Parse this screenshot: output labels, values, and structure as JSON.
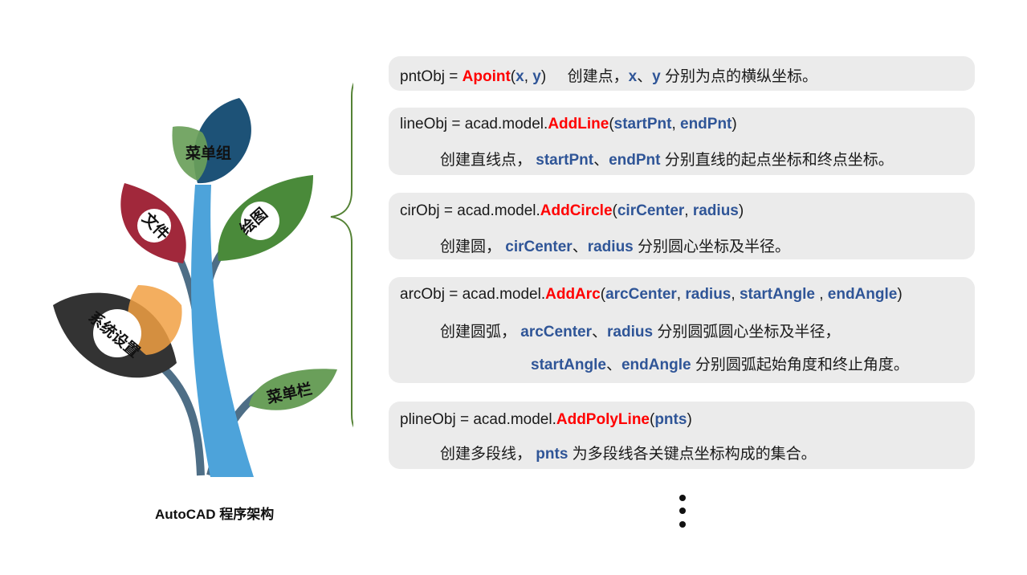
{
  "tree": {
    "leaves": [
      {
        "label": "菜单组"
      },
      {
        "label": "文件"
      },
      {
        "label": "绘图"
      },
      {
        "label": "系统设置"
      },
      {
        "label": "菜单栏"
      }
    ],
    "caption": "AutoCAD 程序架构",
    "colors": {
      "stem": "#4da3da",
      "branch": "#4e6e86",
      "green": "#4a8a3a",
      "light_green": "#6a9f5a",
      "navy": "#1d5277",
      "red": "#a1283b",
      "black": "#333333",
      "orange": "#f1a043",
      "brace": "#548235"
    }
  },
  "cards": [
    {
      "lines": [
        [
          {
            "t": "pntObj = ",
            "s": "n"
          },
          {
            "t": "Apoint",
            "s": "kw"
          },
          {
            "t": "(",
            "s": "n"
          },
          {
            "t": "x",
            "s": "pm"
          },
          {
            "t": ", ",
            "s": "n"
          },
          {
            "t": "y",
            "s": "pm"
          },
          {
            "t": ")     创建点，",
            "s": "n"
          },
          {
            "t": "x",
            "s": "pm"
          },
          {
            "t": "、",
            "s": "n"
          },
          {
            "t": "y",
            "s": "pm"
          },
          {
            "t": " 分别为点的横纵坐标。",
            "s": "n"
          }
        ]
      ]
    },
    {
      "lines": [
        [
          {
            "t": "lineObj = acad.model.",
            "s": "n"
          },
          {
            "t": "AddLine",
            "s": "kw"
          },
          {
            "t": "(",
            "s": "n"
          },
          {
            "t": "startPnt",
            "s": "pm"
          },
          {
            "t": ", ",
            "s": "n"
          },
          {
            "t": "endPnt",
            "s": "pm"
          },
          {
            "t": ")",
            "s": "n"
          }
        ],
        [
          {
            "t": "创建直线点， ",
            "s": "n"
          },
          {
            "t": "startPnt",
            "s": "pm"
          },
          {
            "t": "、",
            "s": "n"
          },
          {
            "t": "endPnt",
            "s": "pm"
          },
          {
            "t": " 分别直线的起点坐标和终点坐标。",
            "s": "n"
          }
        ]
      ]
    },
    {
      "lines": [
        [
          {
            "t": "cirObj = acad.model.",
            "s": "n"
          },
          {
            "t": "AddCircle",
            "s": "kw"
          },
          {
            "t": "(",
            "s": "n"
          },
          {
            "t": "cirCenter",
            "s": "pm"
          },
          {
            "t": ", ",
            "s": "n"
          },
          {
            "t": "radius",
            "s": "pm"
          },
          {
            "t": ")",
            "s": "n"
          }
        ],
        [
          {
            "t": "创建圆， ",
            "s": "n"
          },
          {
            "t": "cirCenter",
            "s": "pm"
          },
          {
            "t": "、",
            "s": "n"
          },
          {
            "t": "radius",
            "s": "pm"
          },
          {
            "t": " 分别圆心坐标及半径。",
            "s": "n"
          }
        ]
      ]
    },
    {
      "lines": [
        [
          {
            "t": "arcObj = acad.model.",
            "s": "n"
          },
          {
            "t": "AddArc",
            "s": "kw"
          },
          {
            "t": "(",
            "s": "n"
          },
          {
            "t": "arcCenter",
            "s": "pm"
          },
          {
            "t": ", ",
            "s": "n"
          },
          {
            "t": "radius",
            "s": "pm"
          },
          {
            "t": ", ",
            "s": "n"
          },
          {
            "t": "startAngle",
            "s": "pm"
          },
          {
            "t": " , ",
            "s": "n"
          },
          {
            "t": "endAngle",
            "s": "pm"
          },
          {
            "t": ")",
            "s": "n"
          }
        ],
        [
          {
            "t": "创建圆弧， ",
            "s": "n"
          },
          {
            "t": "arcCenter",
            "s": "pm"
          },
          {
            "t": "、",
            "s": "n"
          },
          {
            "t": "radius",
            "s": "pm"
          },
          {
            "t": " 分别圆弧圆心坐标及半径，",
            "s": "n"
          }
        ],
        [
          {
            "t": "startAngle",
            "s": "pm"
          },
          {
            "t": "、",
            "s": "n"
          },
          {
            "t": "endAngle",
            "s": "pm"
          },
          {
            "t": " 分别圆弧起始角度和终止角度。",
            "s": "n"
          }
        ]
      ]
    },
    {
      "lines": [
        [
          {
            "t": "plineObj = acad.model.",
            "s": "n"
          },
          {
            "t": "AddPolyLine",
            "s": "kw"
          },
          {
            "t": "(",
            "s": "n"
          },
          {
            "t": "pnts",
            "s": "pm"
          },
          {
            "t": ")",
            "s": "n"
          }
        ],
        [
          {
            "t": "创建多段线， ",
            "s": "n"
          },
          {
            "t": "pnts",
            "s": "pm"
          },
          {
            "t": " 为多段线各关键点坐标构成的集合。",
            "s": "n"
          }
        ]
      ]
    }
  ]
}
